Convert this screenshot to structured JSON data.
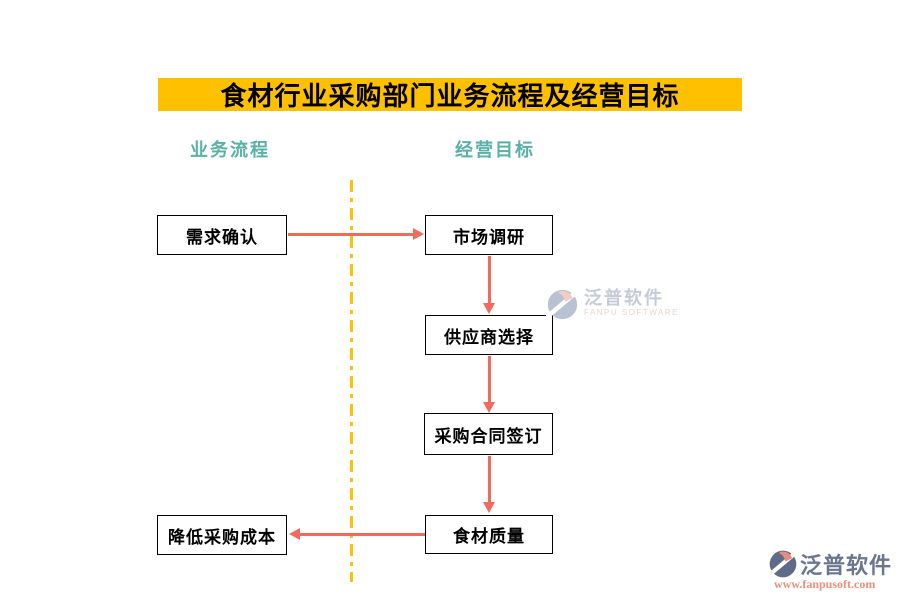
{
  "banner": {
    "title": "食材行业采购部门业务流程及经营目标",
    "bg_color": "#FFC000",
    "text_color": "#000000"
  },
  "columns": {
    "left_header": "业务流程",
    "right_header": "经营目标",
    "header_color": "#57B1A6"
  },
  "flowchart": {
    "left_nodes": [
      {
        "label": "需求确认"
      },
      {
        "label": "降低采购成本"
      }
    ],
    "right_nodes": [
      {
        "label": "市场调研"
      },
      {
        "label": "供应商选择"
      },
      {
        "label": "采购合同签订"
      },
      {
        "label": "食材质量"
      }
    ],
    "connections": [
      "需求确认 → 市场调研",
      "市场调研 → 供应商选择",
      "供应商选择 → 采购合同签订",
      "采购合同签订 → 食材质量",
      "食材质量 → 降低采购成本"
    ],
    "arrow_color": "#F4695E",
    "divider_color": "#FFC107",
    "node_border_color": "#000000"
  },
  "watermarks": {
    "center": {
      "brand": "泛普软件",
      "subtitle": "FANPU SOFTWARE"
    },
    "bottom_right": {
      "brand": "泛普软件",
      "url": "www.fanpusoft.com"
    }
  }
}
